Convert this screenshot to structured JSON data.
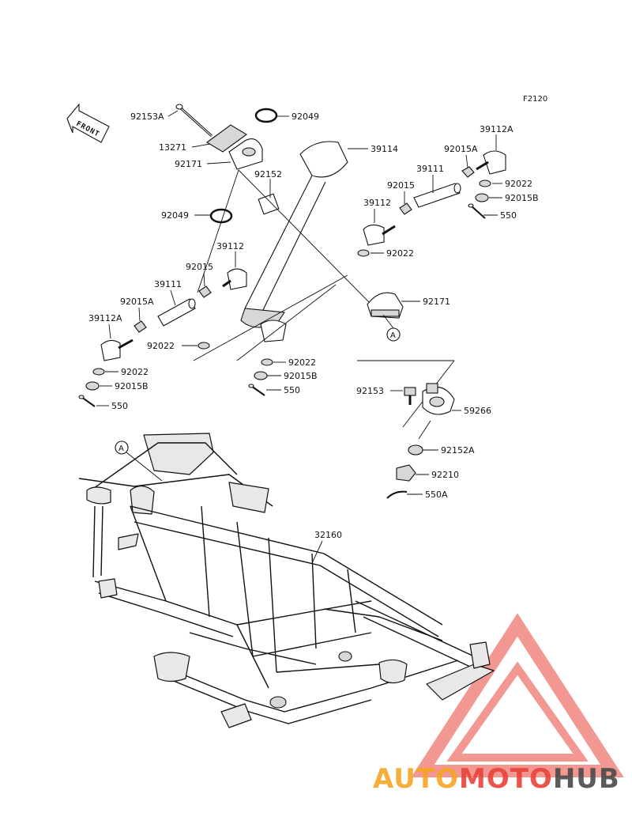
{
  "figure_code": "F2120",
  "front_indicator": "FRONT",
  "reference_marker": "A",
  "part_labels": {
    "p92153A": "92153A",
    "p13271": "13271",
    "p92171_top": "92171",
    "p92049_top": "92049",
    "p92049_bottom": "92049",
    "p92152": "92152",
    "p39114": "39114",
    "p39112A_right": "39112A",
    "p92015A_right": "92015A",
    "p39111_right": "39111",
    "p92015_right": "92015",
    "p39112_right": "39112",
    "p92022_right_top": "92022",
    "p92015B_right": "92015B",
    "p550_right": "550",
    "p92022_right_mid": "92022",
    "p92171_right": "92171",
    "p39112_left": "39112",
    "p92015_left": "92015",
    "p39111_left": "39111",
    "p92015A_left": "92015A",
    "p39112A_left": "39112A",
    "p92022_left_mid": "92022",
    "p92022_left_low": "92022",
    "p92015B_left": "92015B",
    "p550_left": "550",
    "p92022_center": "92022",
    "p92015B_center": "92015B",
    "p550_center": "550",
    "p92153": "92153",
    "p59266": "59266",
    "p92152A": "92152A",
    "p92210": "92210",
    "p550A": "550A",
    "p32160": "32160"
  },
  "watermark": {
    "part1": "AUTO",
    "part2": "MOTO",
    "part3": "HUB",
    "color_orange": "#f5a623",
    "color_red": "#e8433a",
    "color_gray": "#4a4a4a"
  }
}
